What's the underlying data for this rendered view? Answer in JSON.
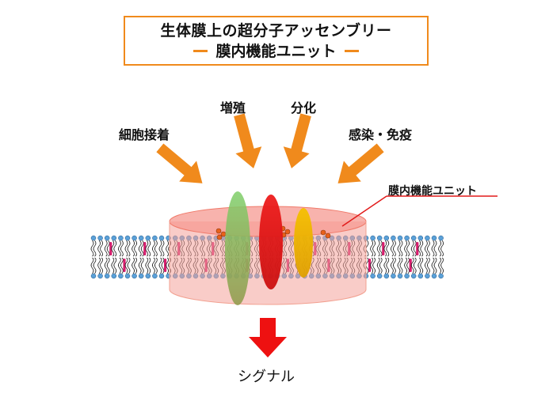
{
  "title": {
    "line1": "生体膜上の超分子アッセンブリー",
    "line2": "膜内機能ユニット"
  },
  "stimuli": [
    {
      "label": "細胞接着"
    },
    {
      "label": "増殖"
    },
    {
      "label": "分化"
    },
    {
      "label": "感染・免疫"
    }
  ],
  "unit_label": "膜内機能ユニット",
  "output_label": "シグナル",
  "colors": {
    "accent_orange": "#f08a1c",
    "unit_cylinder": "#f4a39a",
    "protein_green": "#7fbf5a",
    "protein_red": "#e8141a",
    "protein_yellow": "#f0b400",
    "output_arrow": "#ee1111",
    "lipid_head": "#5aa0d8",
    "cholesterol": "#d81e6e"
  }
}
